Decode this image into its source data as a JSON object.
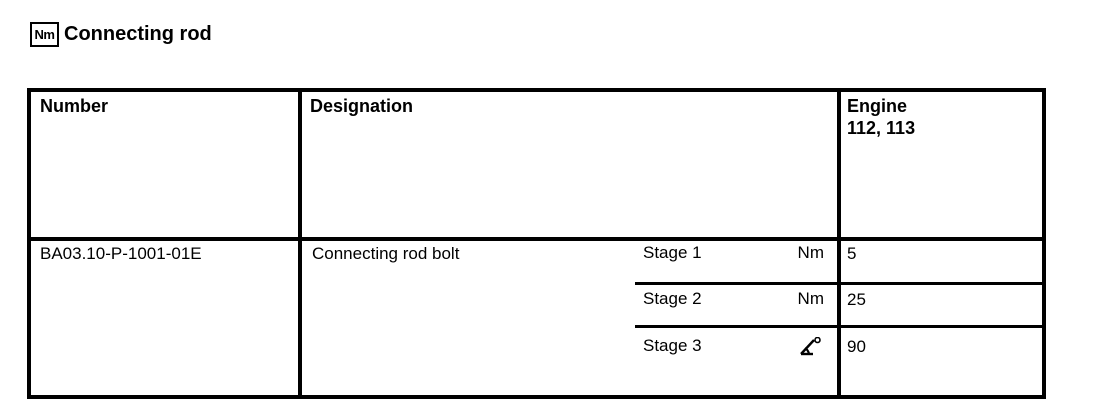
{
  "colors": {
    "foreground": "#000000",
    "background": "#ffffff"
  },
  "header": {
    "unit_badge": "Nm",
    "title": "Connecting rod"
  },
  "table": {
    "columns": {
      "number": "Number",
      "designation": "Designation",
      "engine_line1": "Engine",
      "engine_line2": "112, 113"
    },
    "row": {
      "number": "BA03.10-P-1001-01E",
      "designation": "Connecting rod bolt",
      "stages": [
        {
          "label": "Stage 1",
          "unit": "Nm",
          "engine_value": "5"
        },
        {
          "label": "Stage 2",
          "unit": "Nm",
          "engine_value": "25"
        },
        {
          "label": "Stage 3",
          "unit_icon": "angle-degrees",
          "engine_value": "90"
        }
      ]
    }
  }
}
